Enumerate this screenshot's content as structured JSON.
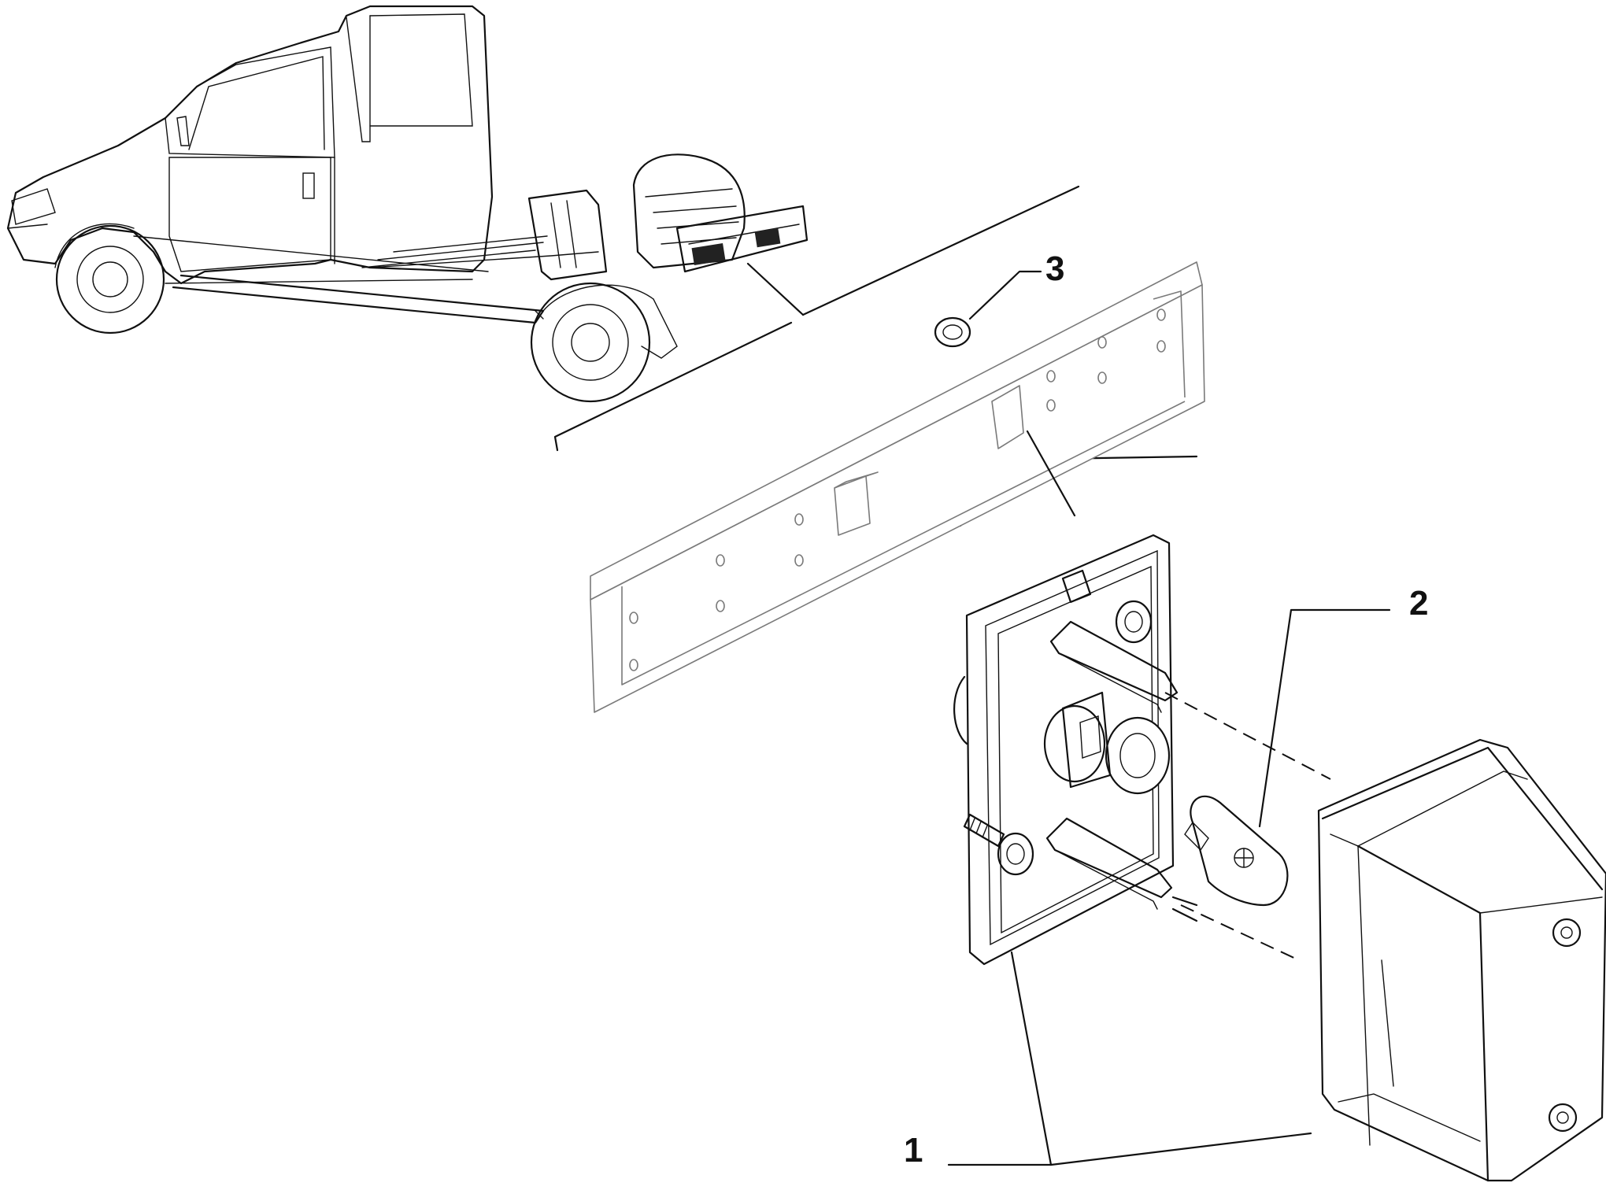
{
  "callouts": [
    {
      "id": "1",
      "label": "1"
    },
    {
      "id": "2",
      "label": "2"
    },
    {
      "id": "3",
      "label": "3"
    }
  ],
  "colors": {
    "line": "#111111",
    "background": "#ffffff",
    "faint": "#7a7a7a"
  }
}
